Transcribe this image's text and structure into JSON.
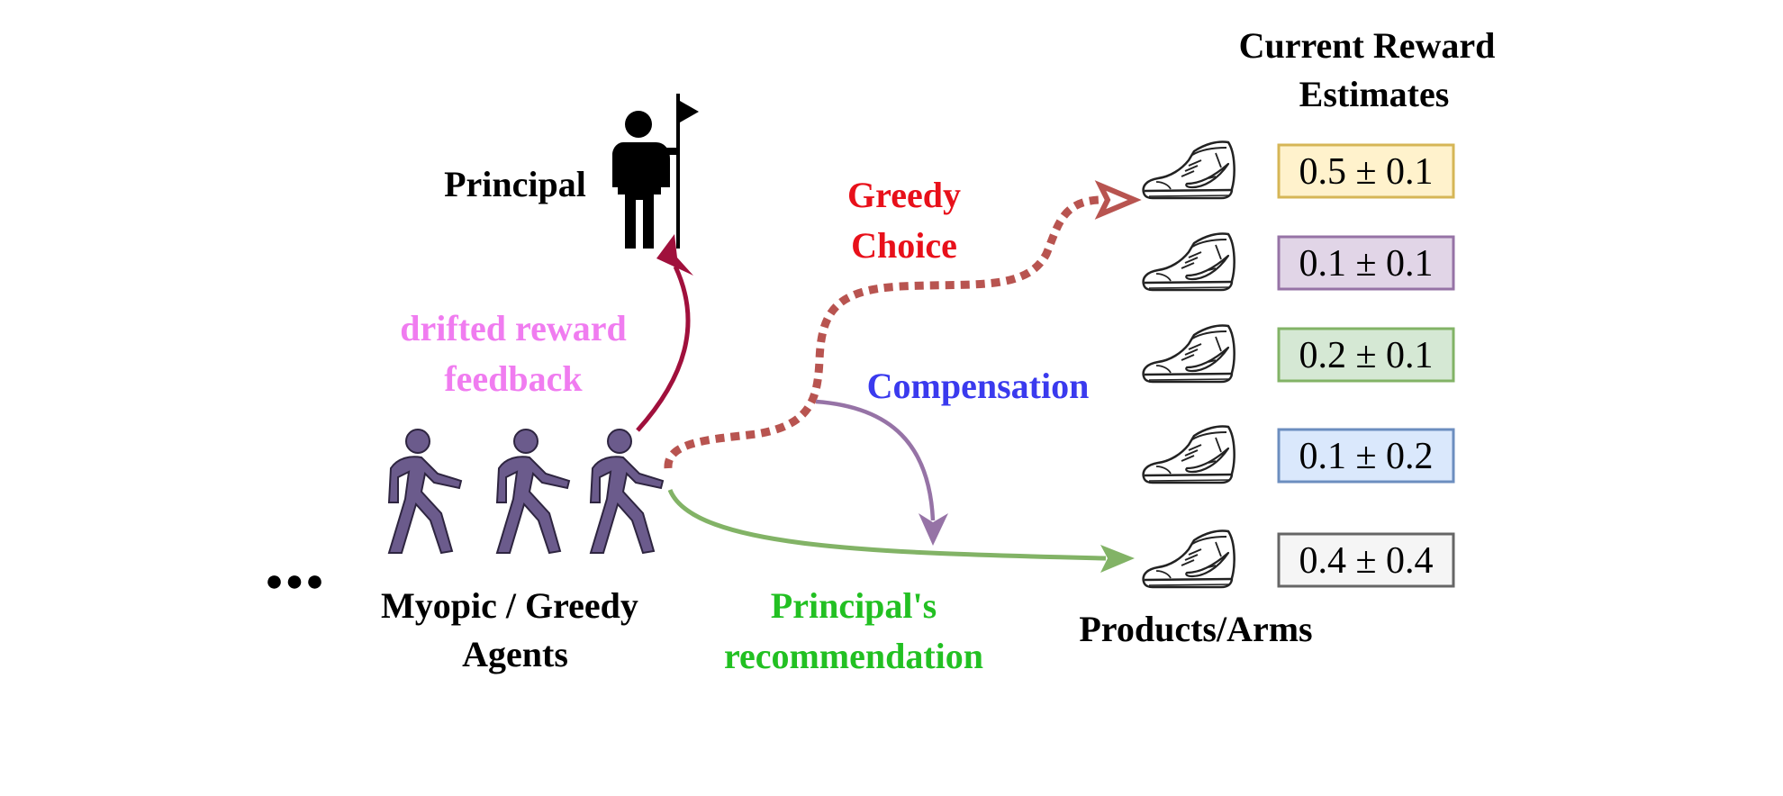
{
  "principal": {
    "label": "Principal",
    "icon": "person-with-flag-icon"
  },
  "agents": {
    "label_line1": "Myopic / Greedy",
    "label_line2": "Agents",
    "icon": "walking-person-icon",
    "ellipsis": "●●●",
    "color": "#6b5b8c"
  },
  "feedback": {
    "label_line1": "drifted reward",
    "label_line2": "feedback",
    "text_color": "#f07cf0",
    "arrow_color": "#a0103c"
  },
  "greedy_choice": {
    "label_line1": "Greedy",
    "label_line2": "Choice",
    "text_color": "#e8101a",
    "arrow_color": "#b85450"
  },
  "compensation": {
    "label": "Compensation",
    "text_color": "#3a3aee",
    "arrow_color": "#9673a6"
  },
  "recommendation": {
    "label_line1": "Principal's",
    "label_line2": "recommendation",
    "text_color": "#22c022",
    "arrow_color": "#82b366"
  },
  "estimates": {
    "title_line1": "Current Reward",
    "title_line2": "Estimates",
    "items": [
      {
        "value": "0.5 ± 0.1",
        "fill": "#fff2cc",
        "stroke": "#d6b656"
      },
      {
        "value": "0.1 ± 0.1",
        "fill": "#e1d5e7",
        "stroke": "#9673a6"
      },
      {
        "value": "0.2 ± 0.1",
        "fill": "#d5e8d4",
        "stroke": "#82b366"
      },
      {
        "value": "0.1 ± 0.2",
        "fill": "#dae8fc",
        "stroke": "#6c8ebf"
      },
      {
        "value": "0.4 ± 0.4",
        "fill": "#f5f5f5",
        "stroke": "#666666"
      }
    ]
  },
  "products": {
    "label": "Products/Arms",
    "icon": "sneaker-icon"
  }
}
